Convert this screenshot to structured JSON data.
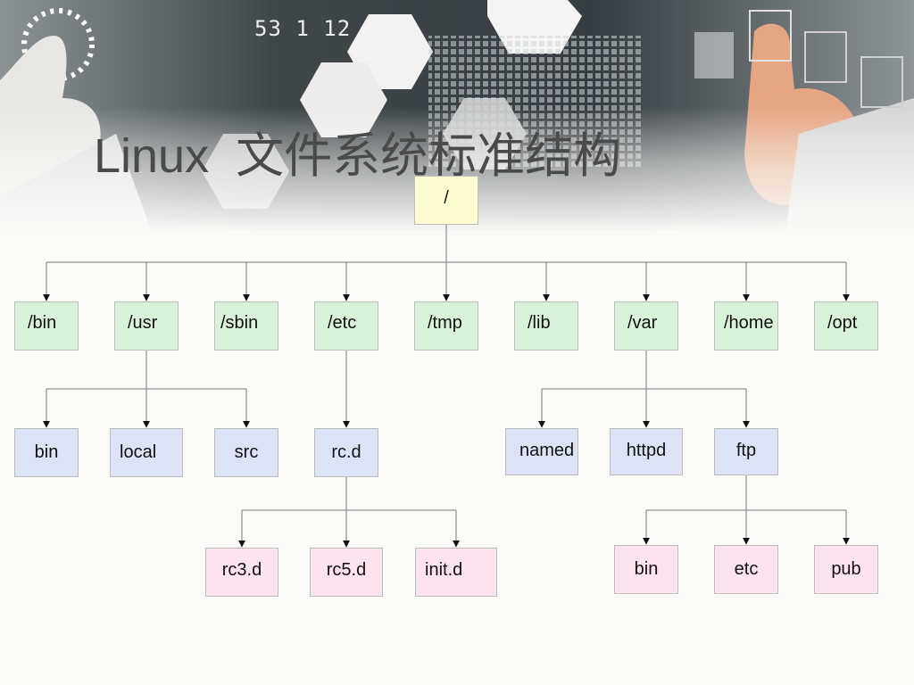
{
  "header": {
    "decor_digits": "53 1 12",
    "title_latin": "Linux",
    "title_cjk": "文件系统标准结构"
  },
  "tree": {
    "root": "/",
    "level1": [
      "/bin",
      "/usr",
      "/sbin",
      "/etc",
      "/tmp",
      "/lib",
      "/var",
      "/home",
      "/opt"
    ],
    "usr_children": [
      "bin",
      "local",
      "src"
    ],
    "etc_children": [
      "rc.d"
    ],
    "var_children": [
      "named",
      "httpd",
      "ftp"
    ],
    "rcd_children": [
      "rc3.d",
      "rc5.d",
      "init.d"
    ],
    "ftp_children": [
      "bin",
      "etc",
      "pub"
    ]
  },
  "colors": {
    "root_fill": "#fcfcd0",
    "level1_fill": "#d9f1d8",
    "level2_fill": "#dde3f7",
    "level3_fill": "#fde2f0",
    "node_border": "#bdbdbd",
    "connector": "#777777"
  }
}
